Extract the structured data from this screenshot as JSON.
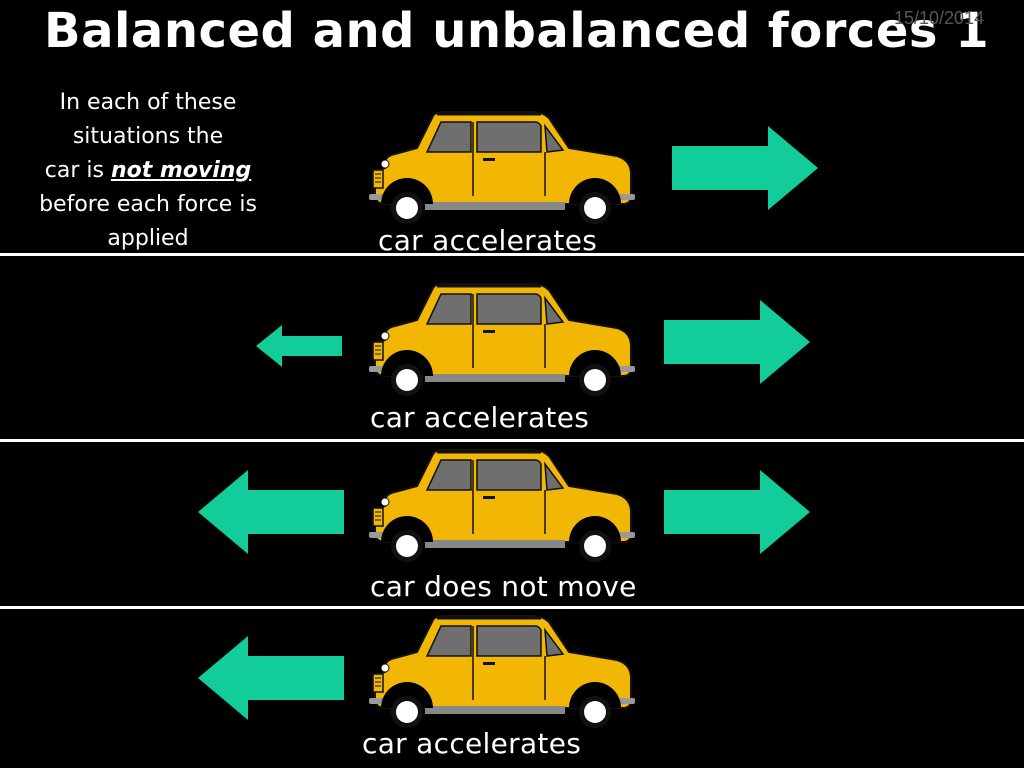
{
  "title": "Balanced and unbalanced forces 1",
  "date": "15/10/2014",
  "intro": {
    "line1": "In each of these",
    "line2": "situations the",
    "line3_prefix": "car is ",
    "line3_emphasis": "not moving",
    "line4": "before each force is",
    "line5": "applied"
  },
  "colors": {
    "arrow": "#12CC99",
    "car_body": "#F2B705",
    "window": "#6F6F6F",
    "background": "#000000",
    "divider": "#FFFFFF"
  },
  "scenarios": [
    {
      "caption": "car accelerates",
      "left_force": "none",
      "right_force": "large"
    },
    {
      "caption": "car accelerates",
      "left_force": "small",
      "right_force": "large"
    },
    {
      "caption": "car does not move",
      "left_force": "large",
      "right_force": "large"
    },
    {
      "caption": "car accelerates",
      "left_force": "large",
      "right_force": "none"
    }
  ]
}
